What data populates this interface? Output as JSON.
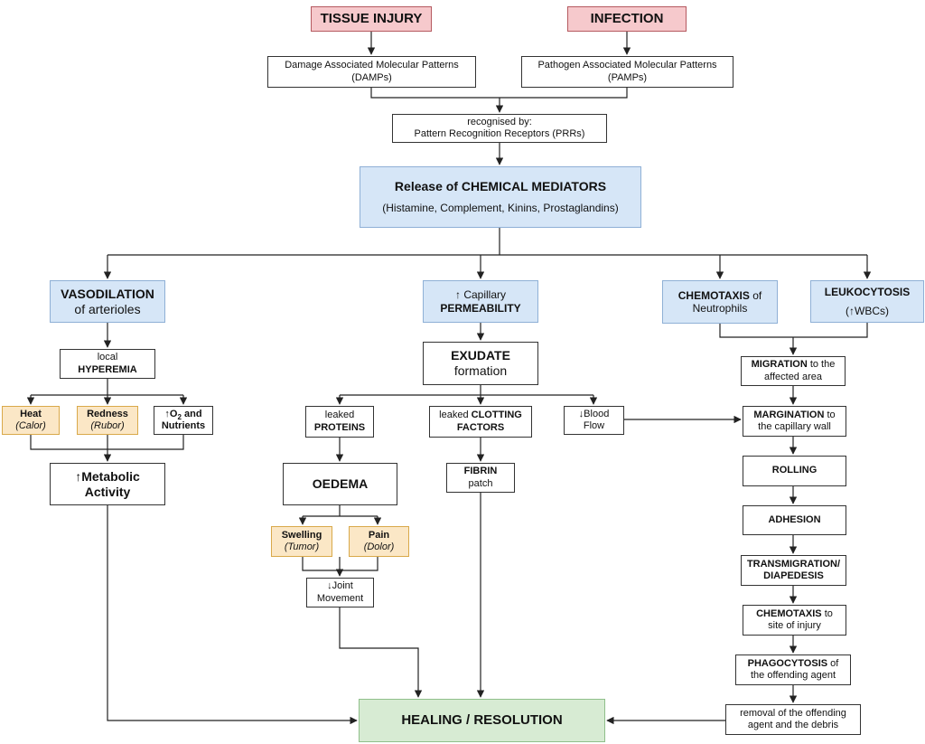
{
  "nodes": {
    "tissue_injury": "TISSUE INJURY",
    "infection": "INFECTION",
    "damps": {
      "line1": "Damage Associated Molecular Patterns",
      "line2": "(DAMPs)"
    },
    "pamps": {
      "line1": "Pathogen Associated Molecular Patterns",
      "line2": "(PAMPs)"
    },
    "prrs": {
      "line1": "recognised by:",
      "line2": "Pattern Recognition Receptors (PRRs)"
    },
    "mediators": {
      "title": "Release of CHEMICAL MEDIATORS",
      "subtitle": "(Histamine, Complement, Kinins, Prostaglandins)"
    },
    "vasodilation": {
      "bold": "VASODILATION",
      "rest": "of arterioles"
    },
    "permeability": {
      "line1": "↑ Capillary",
      "bold": "PERMEABILITY"
    },
    "chemotaxis_neutrophils": {
      "bold": "CHEMOTAXIS",
      "rest": " of",
      "line2": "Neutrophils"
    },
    "leukocytosis": {
      "bold": "LEUKOCYTOSIS",
      "line2": "(↑WBCs)"
    },
    "local_hyperemia": {
      "line1": "local",
      "bold": "HYPEREMIA"
    },
    "heat": {
      "bold": "Heat",
      "italic": "(Calor)"
    },
    "redness": {
      "bold": "Redness",
      "italic": "(Rubor)"
    },
    "o2": {
      "arrow": "↑O",
      "sub": "2",
      "after": " and",
      "line2": "Nutrients"
    },
    "metabolic": {
      "line1": "↑Metabolic",
      "line2": "Activity"
    },
    "exudate": {
      "bold": "EXUDATE",
      "rest": "formation"
    },
    "leaked_proteins": {
      "line1": "leaked",
      "bold": "PROTEINS"
    },
    "clotting": {
      "plain": "leaked ",
      "bold1": "CLOTTING",
      "bold2": "FACTORS"
    },
    "blood_flow": {
      "line1": "↓Blood",
      "line2": "Flow"
    },
    "oedema": "OEDEMA",
    "fibrin": {
      "bold": "FIBRIN",
      "rest": "patch"
    },
    "swelling": {
      "bold": "Swelling",
      "italic": "(Tumor)"
    },
    "pain": {
      "bold": "Pain",
      "italic": "(Dolor)"
    },
    "joint": {
      "line1": "↓Joint",
      "line2": "Movement"
    },
    "migration": {
      "bold": "MIGRATION",
      "rest": " to the",
      "line2": "affected area"
    },
    "margination": {
      "bold": "MARGINATION",
      "rest": " to",
      "line2": "the capillary wall"
    },
    "rolling": "ROLLING",
    "adhesion": "ADHESION",
    "transmigration": {
      "line1": "TRANSMIGRATION/",
      "line2": "DIAPEDESIS"
    },
    "chemotaxis_site": {
      "bold": "CHEMOTAXIS",
      "rest": " to",
      "line2": "site of injury"
    },
    "phagocytosis": {
      "bold": "PHAGOCYTOSIS",
      "rest": " of",
      "line2": "the offending agent"
    },
    "removal": {
      "line1": "removal of the offending",
      "line2": "agent and the debris"
    },
    "healing": "HEALING / RESOLUTION"
  },
  "colors": {
    "red_fill": "#f6c9cc",
    "blue_fill": "#d6e6f7",
    "orange_fill": "#fbe7c6",
    "green_fill": "#d7ebd3"
  }
}
